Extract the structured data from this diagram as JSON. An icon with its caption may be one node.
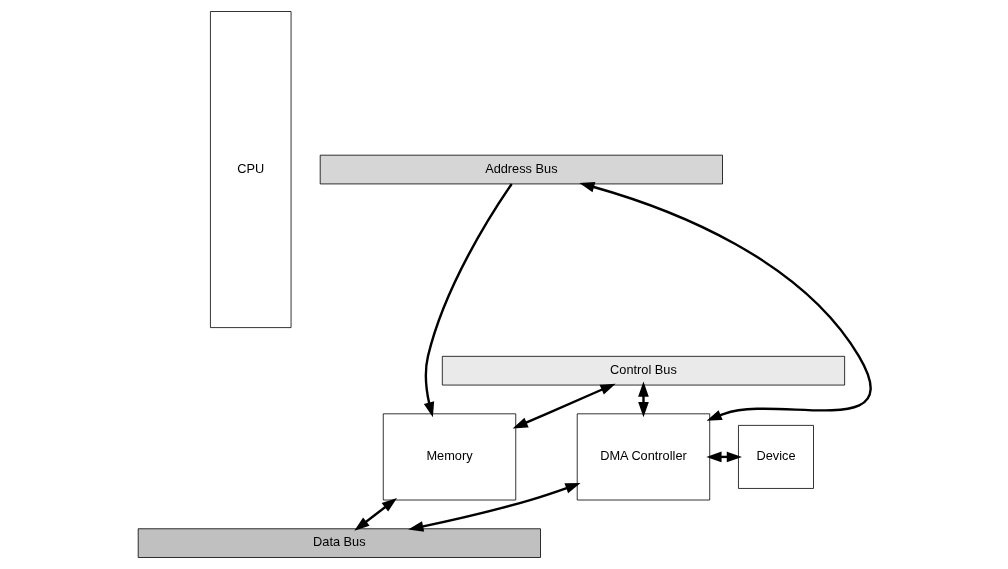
{
  "diagram": {
    "nodes": [
      {
        "text": [
          "CPU"
        ]
      },
      {
        "text": [
          "Data Bus"
        ]
      },
      {
        "text": [
          "Address Bus"
        ]
      },
      {
        "text": [
          "Control Bus"
        ]
      },
      {
        "text": [
          "Memory"
        ]
      },
      {
        "text": [
          "DMA Controller"
        ]
      },
      {
        "text": [
          "Device"
        ]
      }
    ],
    "edges": [
      {
        "from": 4,
        "to": 1,
        "arrow": "both"
      },
      {
        "from": 2,
        "to": 4,
        "arrow": "to"
      },
      {
        "from": 3,
        "to": 4,
        "arrow": "both"
      },
      {
        "from": 3,
        "to": 5,
        "arrow": "both"
      },
      {
        "from": 5,
        "to": 2,
        "arrow": "both"
      },
      {
        "from": 5,
        "to": 1,
        "arrow": "both"
      },
      {
        "from": 5,
        "to": 6,
        "arrow": "both"
      }
    ]
  }
}
